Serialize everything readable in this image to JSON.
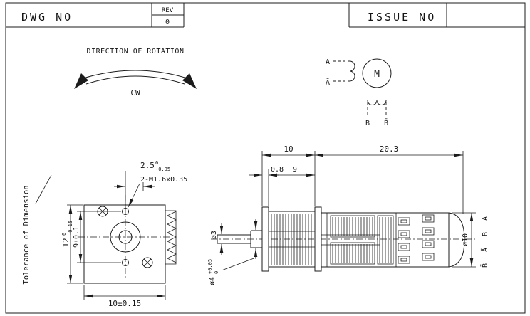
{
  "title_block": {
    "dwg_label": "DWG NO",
    "rev_label": "REV",
    "rev_value": "0",
    "issue_label": "ISSUE NO"
  },
  "rotation_note": {
    "title": "DIRECTION OF ROTATION",
    "direction": "CW"
  },
  "schematic": {
    "motor_symbol": "M",
    "phase_a": "A",
    "phase_a_return": "Ā",
    "phase_b": "B",
    "phase_b_return": "B̄"
  },
  "front_view": {
    "pinion_dim": {
      "value": "2.5",
      "tol_upper": "0",
      "tol_lower": "-0.05"
    },
    "thread_note": "2-M1.6x0.35",
    "height_dim": {
      "value": "12",
      "tol_upper": "0",
      "tol_lower": "-0.15"
    },
    "hole_span_dim": "9±0.1",
    "width_dim": "10±0.15",
    "tolerance_note": "Tolerance of Dimension"
  },
  "side_view": {
    "gearbox_length_dim": "10",
    "motor_length_dim": "20.3",
    "plate_dim": "0.8",
    "case_dim": "9",
    "shaft_dia_dim": "ø3",
    "bearing_dia_dim": {
      "value": "ø4",
      "tol_upper": "+0.05",
      "tol_lower": "0"
    },
    "body_dia_dim": "ø10",
    "terminals": [
      "A",
      "B",
      "Ā",
      "B̄"
    ]
  }
}
